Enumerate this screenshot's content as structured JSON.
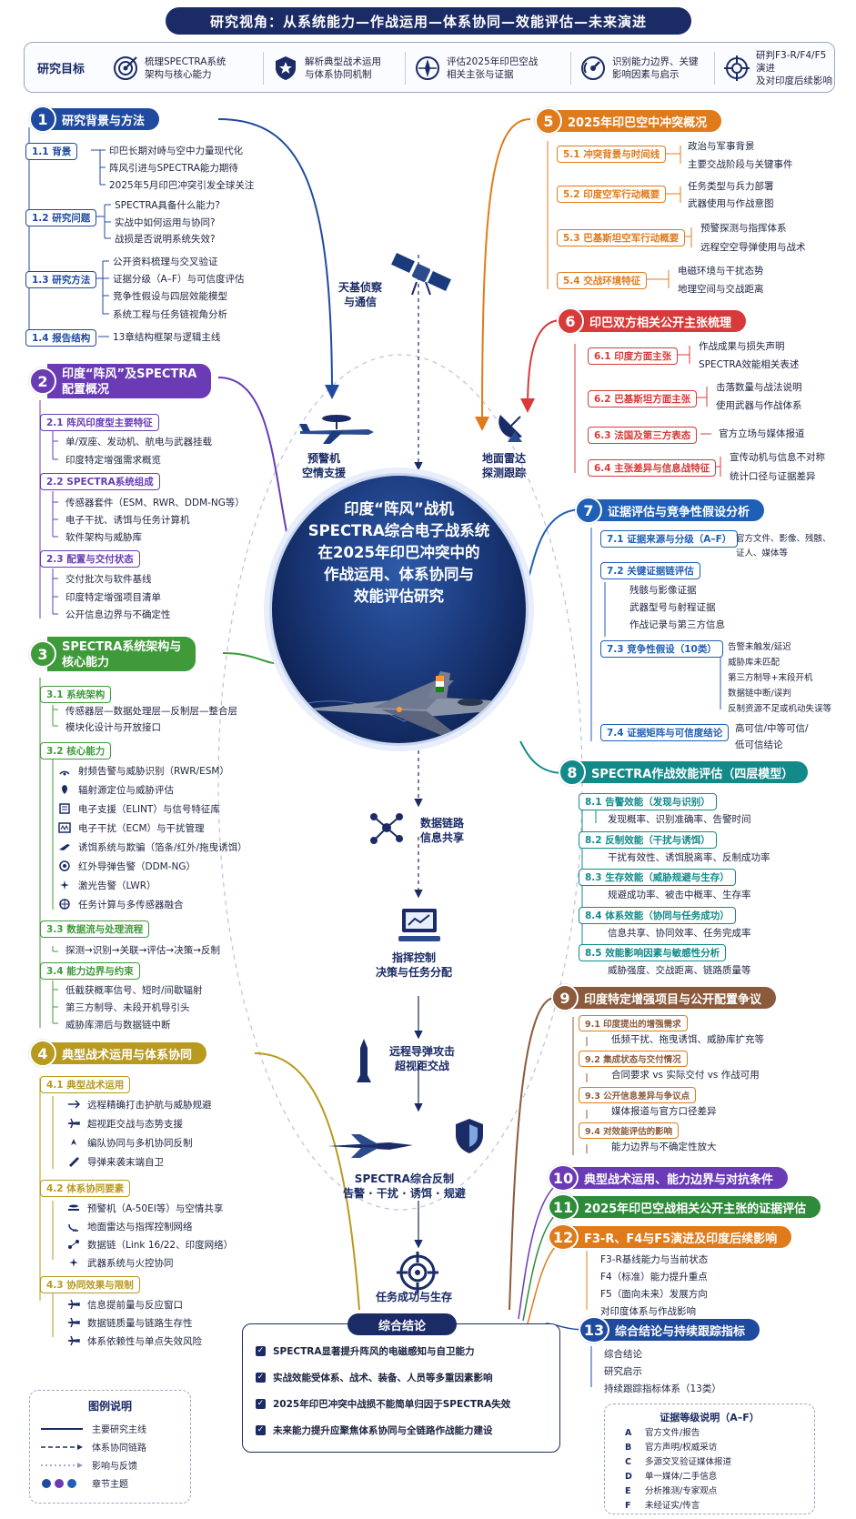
{
  "header": {
    "title": "研究视角：从系统能力—作战运用—体系协同—效能评估—未来演进"
  },
  "goals": {
    "label": "研究目标",
    "items": [
      {
        "line1": "梳理SPECTRA系统",
        "line2": "架构与核心能力",
        "icon": "target-icon"
      },
      {
        "line1": "解析典型战术运用",
        "line2": "与体系协同机制",
        "icon": "star-shield-icon"
      },
      {
        "line1": "评估2025年印巴空战",
        "line2": "相关主张与证据",
        "icon": "compass-icon"
      },
      {
        "line1": "识别能力边界、关键",
        "line2": "影响因素与启示",
        "icon": "gauge-icon"
      },
      {
        "line1": "研判F3-R/F4/F5演进",
        "line2": "及对印度后续影响",
        "icon": "crosshair-icon"
      }
    ]
  },
  "center": {
    "lines": [
      "印度“阵风”战机",
      "SPECTRA综合电子战系统",
      "在2025年印巴冲突中的",
      "作战运用、体系协同与",
      "效能评估研究"
    ]
  },
  "flow": {
    "satellite": [
      "天基侦察",
      "与通信"
    ],
    "awacs": [
      "预警机",
      "空情支援"
    ],
    "radar": [
      "地面雷达",
      "探测跟踪"
    ],
    "datalink": [
      "数据链路",
      "信息共享"
    ],
    "c2": [
      "指挥控制",
      "决策与任务分配"
    ],
    "missile": [
      "远程导弹攻击",
      "超视距交战"
    ],
    "spectra": [
      "SPECTRA综合反制",
      "告警 · 干扰 · 诱饵 · 规避"
    ],
    "success": [
      "任务成功与生存"
    ]
  },
  "sections": {
    "s1": {
      "num": "1",
      "title": "研究背景与方法",
      "color": "#1f4aa0",
      "subs": [
        {
          "label": "1.1 背景",
          "leaves": [
            "印巴长期对峙与空中力量现代化",
            "阵风引进与SPECTRA能力期待",
            "2025年5月印巴冲突引发全球关注"
          ]
        },
        {
          "label": "1.2 研究问题",
          "leaves": [
            "SPECTRA具备什么能力?",
            "实战中如何运用与协同?",
            "战损是否说明系统失效?"
          ]
        },
        {
          "label": "1.3 研究方法",
          "leaves": [
            "公开资料梳理与交叉验证",
            "证据分级（A–F）与可信度评估",
            "竞争性假设与四层效能模型",
            "系统工程与任务链视角分析"
          ]
        },
        {
          "label": "1.4 报告结构",
          "leaves": [
            "13章结构框架与逻辑主线"
          ]
        }
      ]
    },
    "s2": {
      "num": "2",
      "title1": "印度“阵风”及SPECTRA",
      "title2": "配置概况",
      "color": "#6a3bb5",
      "subs": [
        {
          "label": "2.1 阵风印度型主要特征",
          "leaves": [
            "单/双座、发动机、航电与武器挂载",
            "印度特定增强需求概览"
          ]
        },
        {
          "label": "2.2 SPECTRA系统组成",
          "leaves": [
            "传感器套件（ESM、RWR、DDM-NG等）",
            "电子干扰、诱饵与任务计算机",
            "软件架构与威胁库"
          ]
        },
        {
          "label": "2.3 配置与交付状态",
          "leaves": [
            "交付批次与软件基线",
            "印度特定增强项目清单",
            "公开信息边界与不确定性"
          ]
        }
      ]
    },
    "s3": {
      "num": "3",
      "title1": "SPECTRA系统架构与",
      "title2": "核心能力",
      "color": "#3f9a3a",
      "subs": [
        {
          "label": "3.1 系统架构",
          "leaves": [
            "传感器层—数据处理层—反制层—整合层",
            "模块化设计与开放接口"
          ]
        },
        {
          "label": "3.2 核心能力",
          "leaves": [
            "射频告警与威胁识别（RWR/ESM）",
            "辐射源定位与威胁评估",
            "电子支援（ELINT）与信号特征库",
            "电子干扰（ECM）与干扰管理",
            "诱饵系统与欺骗（箔条/红外/拖曳诱饵）",
            "红外导弹告警（DDM-NG）",
            "激光告警（LWR）",
            "任务计算与多传感器融合"
          ]
        },
        {
          "label": "3.3 数据流与处理流程",
          "leaves": [
            "探测→识别→关联→评估→决策→反制"
          ]
        },
        {
          "label": "3.4 能力边界与约束",
          "leaves": [
            "低截获概率信号、短时/间歇辐射",
            "第三方制导、未段开机导引头",
            "威胁库滞后与数据链中断"
          ]
        }
      ]
    },
    "s4": {
      "num": "4",
      "title": "典型战术运用与体系协同",
      "color": "#b89a1e",
      "subs": [
        {
          "label": "4.1 典型战术运用",
          "leaves": [
            "远程精确打击护航与威胁规避",
            "超视距交战与态势支援",
            "编队协同与多机协同反制",
            "导弹来袭末端自卫"
          ]
        },
        {
          "label": "4.2 体系协同要素",
          "leaves": [
            "预警机（A-50EI等）与空情共享",
            "地面雷达与指挥控制网络",
            "数据链（Link 16/22、印度网络）",
            "武器系统与火控协同"
          ]
        },
        {
          "label": "4.3 协同效果与限制",
          "leaves": [
            "信息提前量与反应窗口",
            "数据链质量与链路生存性",
            "体系依赖性与单点失效风险"
          ]
        }
      ]
    },
    "s5": {
      "num": "5",
      "title": "2025年印巴空中冲突概况",
      "color": "#e07b1c",
      "subs": [
        {
          "label": "5.1 冲突背景与时间线",
          "leaves": [
            "政治与军事背景",
            "主要交战阶段与关键事件"
          ]
        },
        {
          "label": "5.2 印度空军行动概要",
          "leaves": [
            "任务类型与兵力部署",
            "武器使用与作战意图"
          ]
        },
        {
          "label": "5.3 巴基斯坦空军行动概要",
          "leaves": [
            "预警探测与指挥体系",
            "远程空空导弹使用与战术"
          ]
        },
        {
          "label": "5.4 交战环境特征",
          "leaves": [
            "电磁环境与干扰态势",
            "地理空间与交战距离"
          ]
        }
      ]
    },
    "s6": {
      "num": "6",
      "title": "印巴双方相关公开主张梳理",
      "color": "#d83a3a",
      "subs": [
        {
          "label": "6.1 印度方面主张",
          "leaves": [
            "作战成果与损失声明",
            "SPECTRA效能相关表述"
          ]
        },
        {
          "label": "6.2 巴基斯坦方面主张",
          "leaves": [
            "击落数量与战法说明",
            "使用武器与作战体系"
          ]
        },
        {
          "label": "6.3 法国及第三方表态",
          "leaves": [
            "官方立场与媒体报道"
          ]
        },
        {
          "label": "6.4 主张差异与信息战特征",
          "leaves": [
            "宣传动机与信息不对称",
            "统计口径与证据差异"
          ]
        }
      ]
    },
    "s7": {
      "num": "7",
      "title": "证据评估与竞争性假设分析",
      "color": "#1f5fb5",
      "subs": [
        {
          "label": "7.1 证据来源与分级（A–F）",
          "leaves": [
            "官方文件、影像、残骸、",
            "证人、媒体等"
          ]
        },
        {
          "label": "7.2 关键证据链评估",
          "leaves": [
            "残骸与影像证据",
            "武器型号与射程证据",
            "作战记录与第三方信息"
          ]
        },
        {
          "label": "7.3 竞争性假设（10类）",
          "leaves": [
            "告警未触发/延迟",
            "威胁库未匹配",
            "第三方制导+末段开机",
            "数据链中断/误判",
            "反制资源不足或机动失误等"
          ]
        },
        {
          "label": "7.4 证据矩阵与可信度结论",
          "leaves": [
            "高可信/中等可信/",
            "低可信结论"
          ]
        }
      ]
    },
    "s8": {
      "num": "8",
      "title": "SPECTRA作战效能评估（四层模型）",
      "color": "#138a8a",
      "subs": [
        {
          "label": "8.1 告警效能（发现与识别）",
          "leaves": [
            "发现概率、识别准确率、告警时间"
          ]
        },
        {
          "label": "8.2 反制效能（干扰与诱饵）",
          "leaves": [
            "干扰有效性、诱饵脱离率、反制成功率"
          ]
        },
        {
          "label": "8.3 生存效能（威胁规避与生存）",
          "leaves": [
            "规避成功率、被击中概率、生存率"
          ]
        },
        {
          "label": "8.4 体系效能（协同与任务成功）",
          "leaves": [
            "信息共享、协同效率、任务完成率"
          ]
        },
        {
          "label": "8.5 效能影响因素与敏感性分析",
          "leaves": [
            "威胁强度、交战距离、链路质量等"
          ]
        }
      ]
    },
    "s9": {
      "num": "9",
      "title": "印度特定增强项目与公开配置争议",
      "color": "#8b5a3c",
      "subs": [
        {
          "label": "9.1 印度提出的增强需求",
          "leaves": [
            "低频干扰、拖曳诱饵、威胁库扩充等"
          ]
        },
        {
          "label": "9.2 集成状态与交付情况",
          "leaves": [
            "合同要求 vs 实际交付 vs 作战可用"
          ]
        },
        {
          "label": "9.3 公开信息差异与争议点",
          "leaves": [
            "媒体报道与官方口径差异"
          ]
        },
        {
          "label": "9.4 对效能评估的影响",
          "leaves": [
            "能力边界与不确定性放大"
          ]
        }
      ]
    },
    "s10": {
      "num": "10",
      "title": "典型战术运用、能力边界与对抗条件",
      "color": "#6a3bb5"
    },
    "s11": {
      "num": "11",
      "title": "2025年印巴空战相关公开主张的证据评估",
      "color": "#2e8b3a"
    },
    "s12": {
      "num": "12",
      "title": "F3-R、F4与F5演进及印度后续影响",
      "color": "#e07b1c",
      "leaves": [
        "F3-R基线能力与当前状态",
        "F4（标准）能力提升重点",
        "F5（面向未来）发展方向",
        "对印度体系与作战影响"
      ]
    },
    "s13": {
      "num": "13",
      "title": "综合结论与持续跟踪指标",
      "color": "#1f4aa0",
      "leaves": [
        "综合结论",
        "研究启示",
        "持续跟踪指标体系（13类）"
      ]
    }
  },
  "conclusion": {
    "title": "综合结论",
    "items": [
      "SPECTRA显著提升阵风的电磁感知与自卫能力",
      "实战效能受体系、战术、装备、人员等多重因素影响",
      "2025年印巴冲突中战损不能简单归因于SPECTRA失效",
      "未来能力提升应聚焦体系协同与全链路作战能力建设"
    ]
  },
  "legend": {
    "title": "图例说明",
    "items": [
      "主要研究主线",
      "体系协同链路",
      "影响与反馈",
      "章节主题"
    ]
  },
  "grades": {
    "title": "证据等级说明（A–F）",
    "items": [
      {
        "k": "A",
        "v": "官方文件/报告"
      },
      {
        "k": "B",
        "v": "官方声明/权威采访"
      },
      {
        "k": "C",
        "v": "多源交叉验证媒体报道"
      },
      {
        "k": "D",
        "v": "单一媒体/二手信息"
      },
      {
        "k": "E",
        "v": "分析推测/专家观点"
      },
      {
        "k": "F",
        "v": "未经证实/传言"
      }
    ]
  }
}
